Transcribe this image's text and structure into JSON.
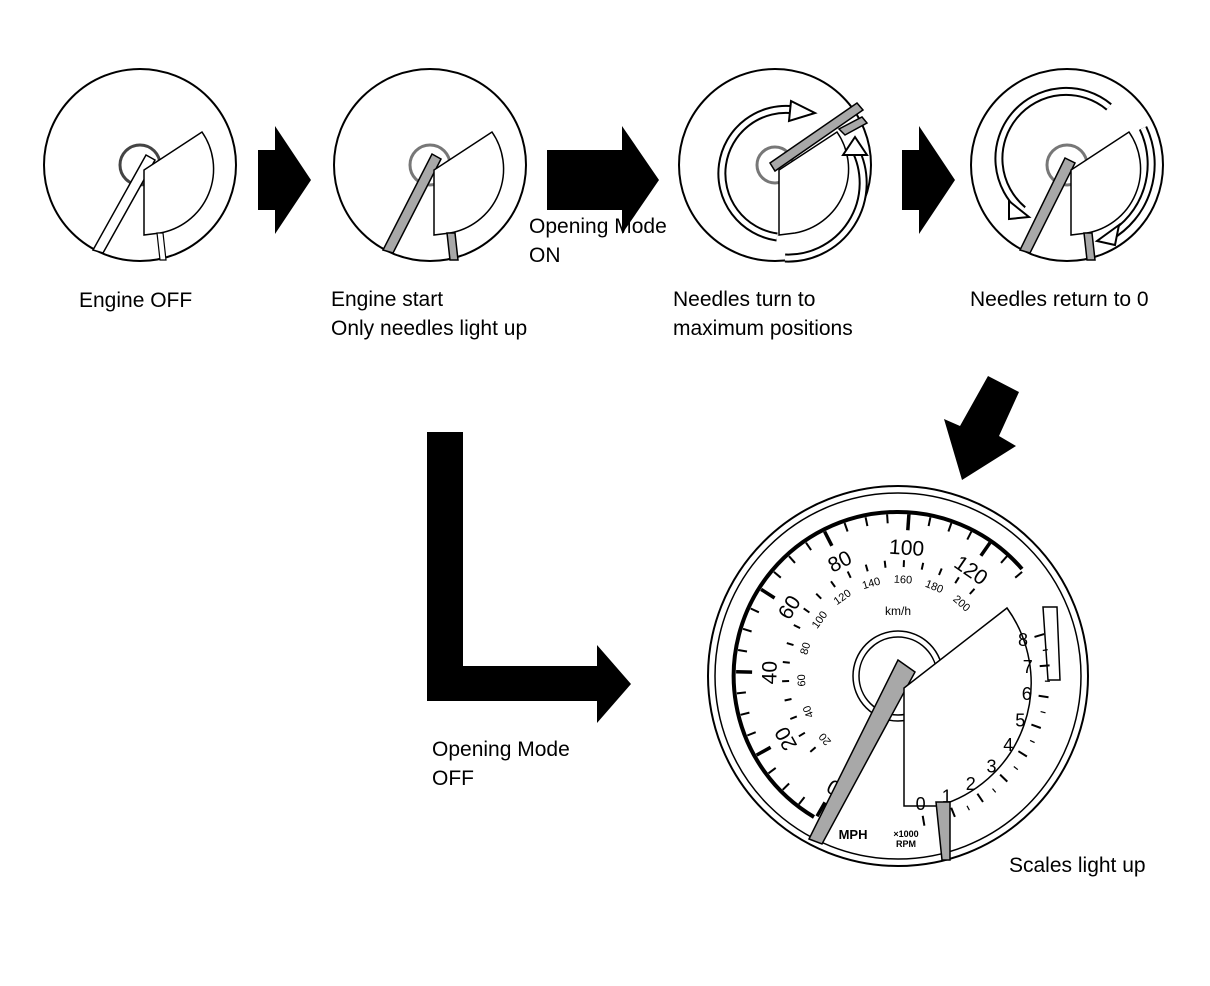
{
  "stages": [
    {
      "id": "engine-off",
      "lines": [
        "Engine OFF"
      ]
    },
    {
      "id": "engine-start",
      "lines": [
        "Engine start",
        "Only needles light up"
      ]
    },
    {
      "id": "needles-max",
      "lines": [
        "Needles turn to",
        "maximum positions"
      ]
    },
    {
      "id": "needles-return",
      "lines": [
        "Needles return to 0"
      ]
    },
    {
      "id": "scales-light",
      "lines": [
        "Scales light up"
      ]
    }
  ],
  "transitions": {
    "opening_on": [
      "Opening Mode",
      "ON"
    ],
    "opening_off": [
      "Opening Mode",
      "OFF"
    ]
  },
  "gauge": {
    "mph_ticks": [
      "0",
      "20",
      "40",
      "60",
      "80",
      "100",
      "120"
    ],
    "kmh_ticks": [
      "20",
      "40",
      "60",
      "80",
      "100",
      "120",
      "140",
      "160",
      "180",
      "200"
    ],
    "kmh_unit": "km/h",
    "mph_unit": "MPH",
    "rpm_ticks": [
      "0",
      "1",
      "2",
      "3",
      "4",
      "5",
      "6",
      "7",
      "8"
    ],
    "rpm_unit_top": "×1000",
    "rpm_unit_bottom": "RPM"
  }
}
